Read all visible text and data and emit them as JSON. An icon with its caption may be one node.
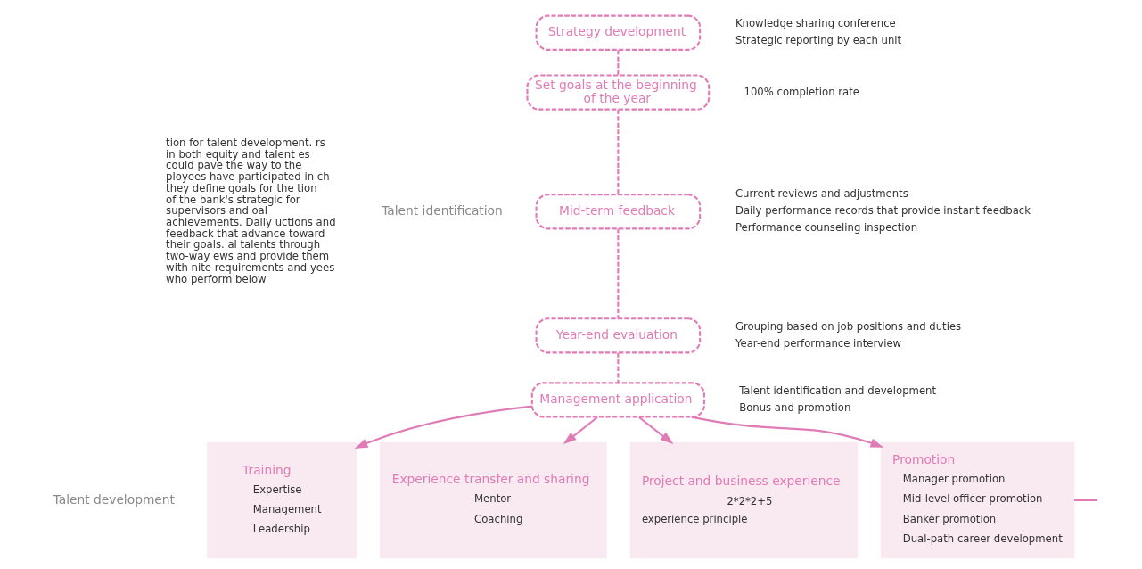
{
  "diagram": {
    "nodes": [
      {
        "text": [
          "Talent identification"
        ]
      },
      {
        "text": [
          "Strategy development"
        ],
        "beside": [
          "Knowledge sharing conference",
          "Strategic reporting by each unit"
        ]
      },
      {
        "text": [
          "Set goals at the beginning of the year"
        ],
        "beside": [
          "100% completion rate"
        ]
      },
      {
        "text": [
          "Mid-term feedback"
        ],
        "beside": [
          "Current reviews and adjustments",
          "Daily performance records that provide instant feedback",
          "Performance counseling inspection"
        ]
      },
      {
        "text": [
          "Year-end evaluation"
        ],
        "beside": [
          "Grouping based on job positions and duties",
          "Year-end performance interview"
        ]
      },
      {
        "text": [
          "Management application"
        ],
        "beside": [
          "Talent identification and development",
          "Bonus and promotion"
        ]
      },
      {
        "text": [
          "Talent development"
        ]
      },
      {
        "text": [
          "Training",
          "Expertise",
          "Management",
          "Leadership"
        ]
      },
      {
        "text": [
          "Experience transfer and sharing",
          "Mentor",
          "Coaching"
        ]
      },
      {
        "text": [
          "Project and business experience",
          "2*2*2+5",
          "experience principle"
        ]
      },
      {
        "text": [
          "Promotion",
          "Manager promotion",
          "Mid-level officer promotion",
          "Banker promotion",
          "Dual-path career development"
        ]
      }
    ],
    "edges": [
      {
        "from": 1,
        "to": 2,
        "arrow": "none",
        "style": "dashed"
      },
      {
        "from": 2,
        "to": 3,
        "arrow": "none",
        "style": "dashed"
      },
      {
        "from": 3,
        "to": 4,
        "arrow": "none",
        "style": "dashed"
      },
      {
        "from": 4,
        "to": 5,
        "arrow": "none",
        "style": "dashed"
      },
      {
        "from": 5,
        "to": 7,
        "arrow": "to"
      },
      {
        "from": 5,
        "to": 8,
        "arrow": "to"
      },
      {
        "from": 5,
        "to": 9,
        "arrow": "to"
      },
      {
        "from": 5,
        "to": 10,
        "arrow": "to"
      },
      {
        "from": 10,
        "to": null,
        "arrow": "none"
      }
    ],
    "labels": [
      "tion for talent development. rs in both equity and talent es could pave the way to the ployees have participated in ch they define goals for the tion of the bank's strategic for supervisors and oal achievements. Daily uctions and feedback that advance toward their goals. al talents through two-way ews and provide them with nite requirements and yees who perform below"
    ]
  }
}
